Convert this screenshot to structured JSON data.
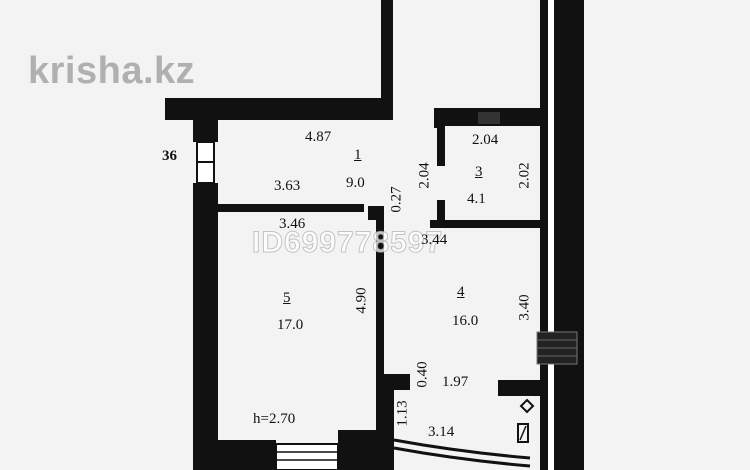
{
  "watermark": {
    "logo": "krisha.kz",
    "listing_id": "ID699778597"
  },
  "wall_marker": "36",
  "ceiling_height": "h=2.70",
  "rooms": [
    {
      "number": "1",
      "area": "9.0"
    },
    {
      "number": "3",
      "area": "4.1"
    },
    {
      "number": "4",
      "area": "16.0"
    },
    {
      "number": "5",
      "area": "17.0"
    }
  ],
  "dimensions": {
    "d_487": "4.87",
    "d_363": "3.63",
    "d_346": "3.46",
    "d_027": "0.27",
    "d_204_top": "2.04",
    "d_204_side": "2.04",
    "d_202": "2.02",
    "d_344": "3.44",
    "d_490": "4.90",
    "d_340": "3.40",
    "d_040": "0.40",
    "d_197": "1.97",
    "d_113": "1.13",
    "d_314": "3.14"
  },
  "colors": {
    "wall": "#111111",
    "paper": "#f3f3f3"
  }
}
